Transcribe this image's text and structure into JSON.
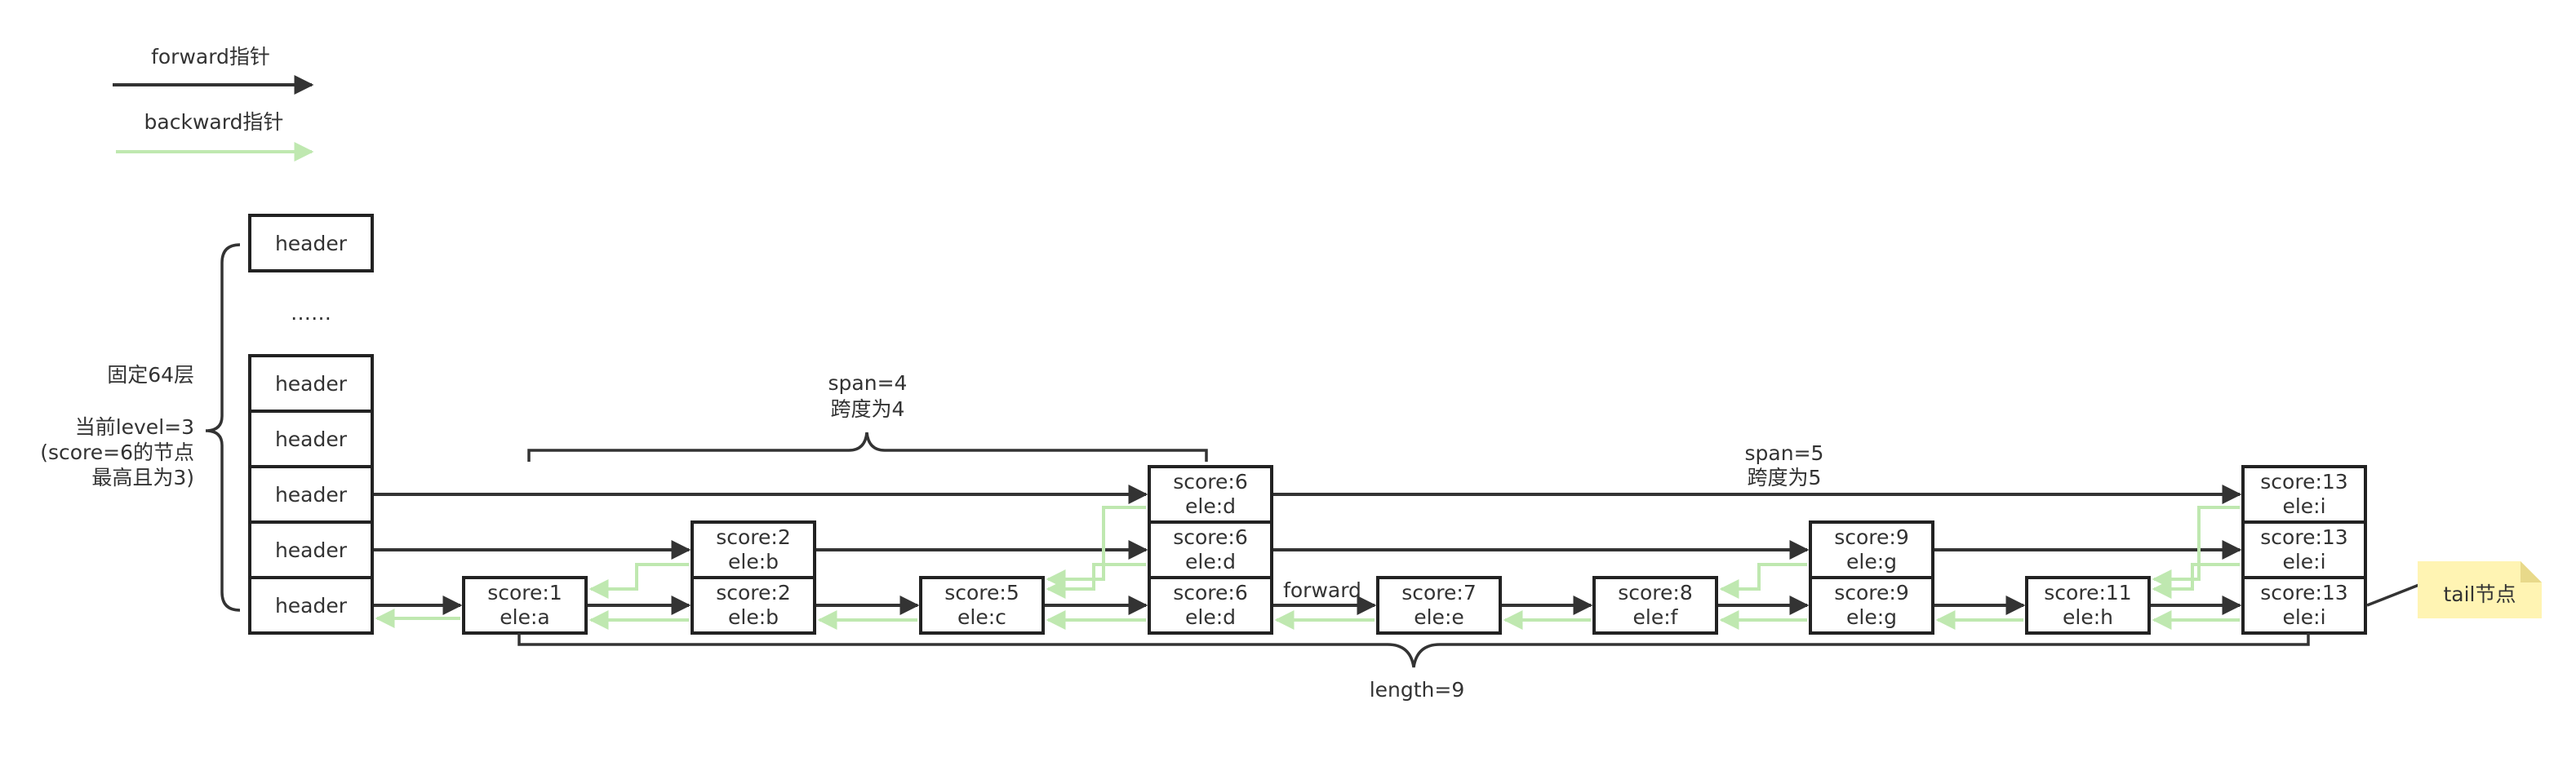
{
  "legend": {
    "forward_label": "forward指针",
    "backward_label": "backward指针",
    "forward_color": "#333333",
    "backward_color": "#bfe8b0"
  },
  "header": {
    "top_label": "header",
    "ellipsis": "……",
    "level_labels": [
      "header",
      "header",
      "header",
      "header",
      "header"
    ]
  },
  "side_note": {
    "fixed_levels": "固定64层",
    "level_line1": "当前level=3",
    "level_line2": "(score=6的节点",
    "level_line3": "最高且为3)"
  },
  "nodes": [
    {
      "score": "score:1",
      "ele": "ele:a",
      "levels": 1
    },
    {
      "score": "score:2",
      "ele": "ele:b",
      "levels": 2
    },
    {
      "score": "score:5",
      "ele": "ele:c",
      "levels": 1
    },
    {
      "score": "score:6",
      "ele": "ele:d",
      "levels": 3
    },
    {
      "score": "score:7",
      "ele": "ele:e",
      "levels": 1
    },
    {
      "score": "score:8",
      "ele": "ele:f",
      "levels": 1
    },
    {
      "score": "score:9",
      "ele": "ele:g",
      "levels": 2
    },
    {
      "score": "score:11",
      "ele": "ele:h",
      "levels": 1
    },
    {
      "score": "score:13",
      "ele": "ele:i",
      "levels": 3
    }
  ],
  "annotations": {
    "span4_line1": "span=4",
    "span4_line2": "跨度为4",
    "span5_line1": "span=5",
    "span5_line2": "跨度为5",
    "forward_label": "forward",
    "length_label": "length=9",
    "tail_label": "tail节点",
    "tail_color": "#fff4b3"
  }
}
